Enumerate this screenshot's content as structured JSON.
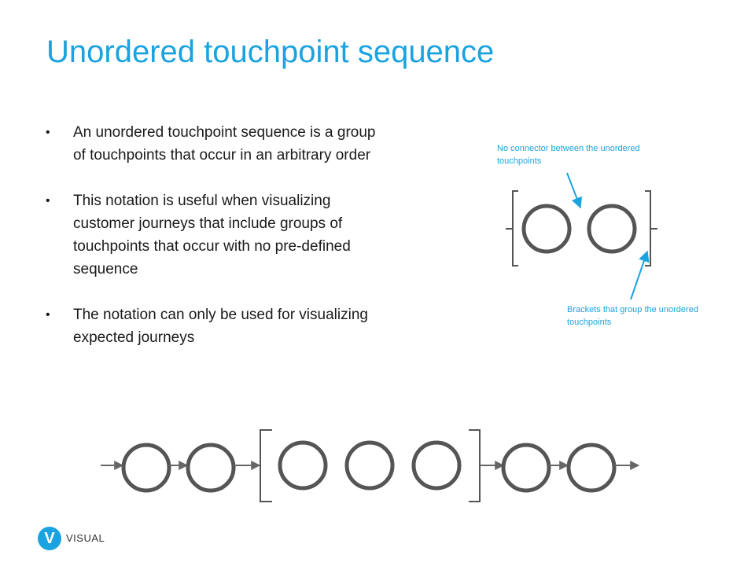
{
  "title": "Unordered touchpoint sequence",
  "bullets": [
    "An unordered touchpoint sequence is a group of touchpoints that occur in an arbitrary order",
    "This notation is useful when visualizing customer journeys that include groups of touchpoints that occur with no pre-defined sequence",
    "The notation can only be used for visualizing expected journeys"
  ],
  "bullet_marker": "•",
  "annotations": {
    "no_connector": "No connector between the unordered touchpoints",
    "brackets": "Brackets that  group the unordered touchpoints"
  },
  "footer": {
    "logo_letter": "V",
    "brand": "VISUAL"
  },
  "colors": {
    "accent": "#1aa3e0",
    "shape": "#555555",
    "text": "#1a1a1a"
  }
}
